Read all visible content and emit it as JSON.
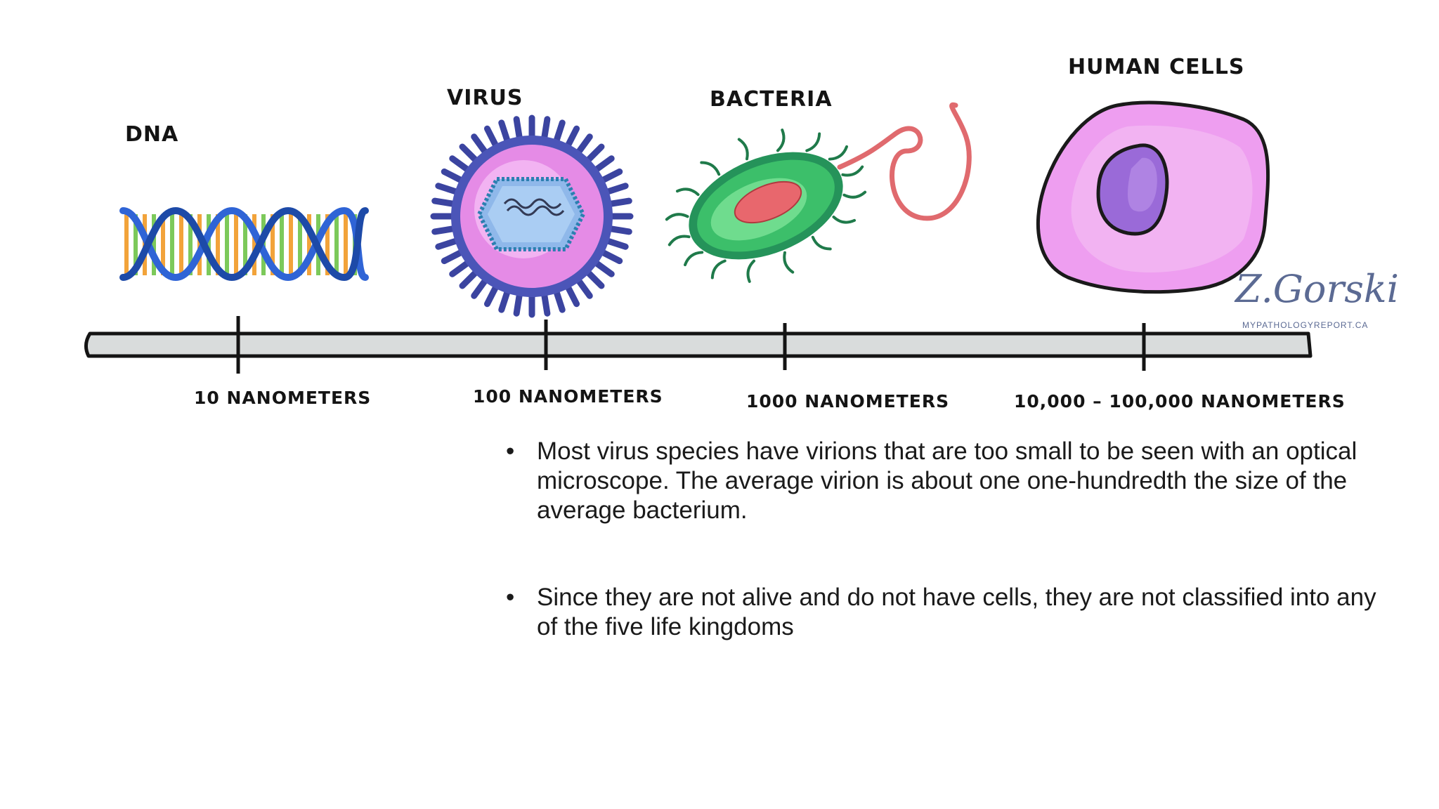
{
  "diagram": {
    "labels": {
      "dna": "DNA",
      "virus": "VIRUS",
      "bacteria": "BACTERIA",
      "human_cells": "HUMAN CELLS"
    },
    "scale_labels": [
      "10 NANOMETERS",
      "100 NANOMETERS",
      "1000 NANOMETERS",
      "10,000 – 100,000 NANOMETERS"
    ],
    "signature": "Z.Gorski",
    "signature_sub": "MYPATHOLOGYREPORT.CA"
  },
  "bullets": [
    "Most virus species have virions that are too small to be seen with an optical microscope. The average virion is about one one-hundredth the size of the average bacterium.",
    "Since they are not alive and do not have cells, they are not classified into any of the five life kingdoms"
  ],
  "colors": {
    "dna_backbone": "#2f64d6",
    "virus_spikes": "#4b55b8",
    "virus_body": "#e58be6",
    "bacteria_body": "#3cbf6a",
    "bacteria_core": "#e8676d",
    "cell_body": "#ee9ef0",
    "cell_nucleus": "#9a6ad8",
    "scale_bar": "#d9dcdc"
  }
}
